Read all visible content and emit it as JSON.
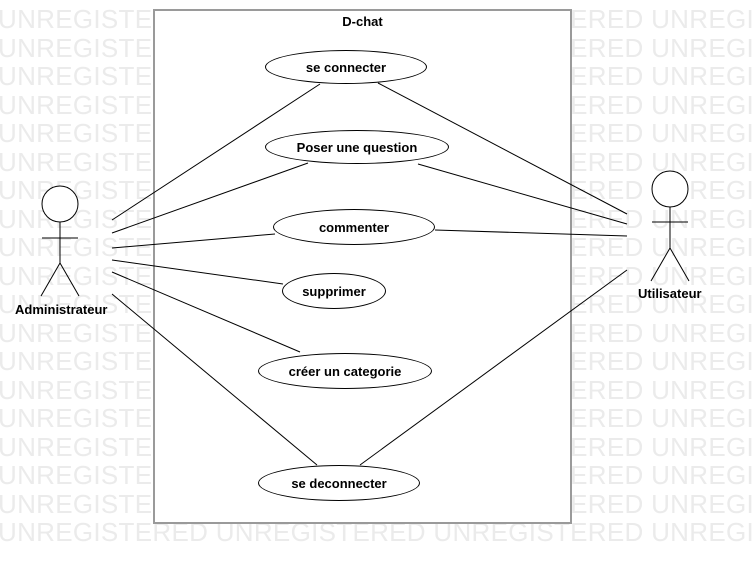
{
  "diagram": {
    "system_title": "D-chat",
    "watermark_text": "UNREGISTERED",
    "actors": {
      "admin": "Administrateur",
      "user": "Utilisateur"
    },
    "use_cases": {
      "connect": "se connecter",
      "ask": "Poser une question",
      "comment": "commenter",
      "delete": "supprimer",
      "create_category": "créer un categorie",
      "disconnect": "se deconnecter"
    }
  }
}
